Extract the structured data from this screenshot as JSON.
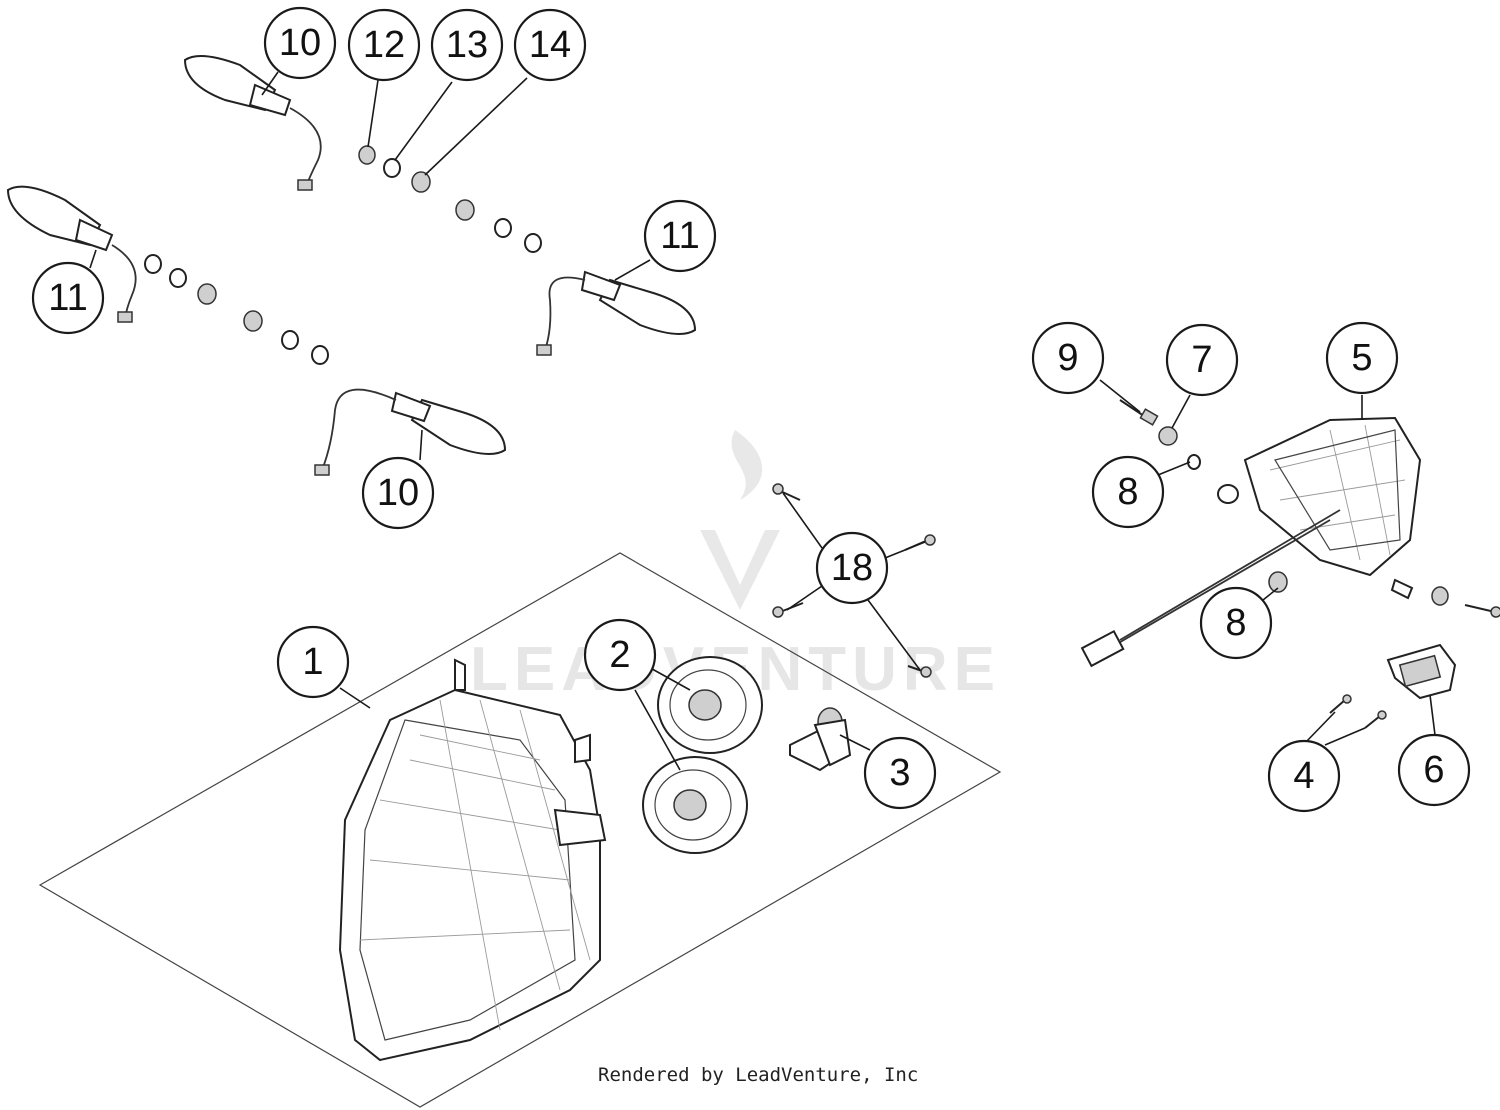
{
  "watermark": "LEADVENTURE",
  "credit": "Rendered by LeadVenture, Inc",
  "callouts": [
    "1",
    "2",
    "3",
    "4",
    "5",
    "6",
    "7",
    "8",
    "8",
    "9",
    "10",
    "10",
    "11",
    "11",
    "12",
    "13",
    "14",
    "18"
  ]
}
